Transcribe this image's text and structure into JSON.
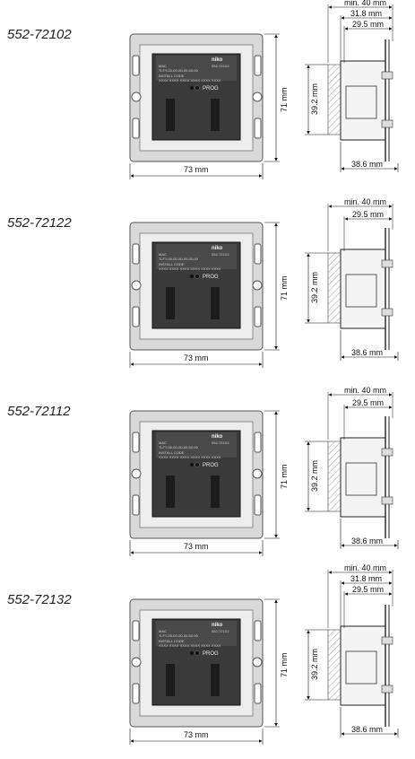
{
  "blocks": [
    {
      "code": "552-72102",
      "front": {
        "width": "73 mm",
        "height": "71 mm",
        "brand": "niko",
        "model": "552-721X2",
        "mac": "MAC",
        "mac_value": "7LFY-00-00-00-00-00-00",
        "install_label": "INSTALL CODE",
        "install_value": "XXXX XXXX XXXX XXXX XXXX XXXX",
        "prog": "PROG"
      },
      "side": {
        "top_dims": [
          "min. 40 mm",
          "31.8 mm",
          "29.5 mm"
        ],
        "height": "39.2 mm",
        "depth": "38.6 mm"
      }
    },
    {
      "code": "552-72122",
      "front": {
        "width": "73 mm",
        "height": "71 mm",
        "brand": "niko",
        "model": "552-721X2",
        "mac": "MAC",
        "mac_value": "7LFY-00-00-00-00-00-00",
        "install_label": "INSTALL CODE",
        "install_value": "XXXX XXXX XXXX XXXX XXXX XXXX",
        "prog": "PROG"
      },
      "side": {
        "top_dims": [
          "min. 40 mm",
          "29.5 mm"
        ],
        "height": "39.2 mm",
        "depth": "38.6 mm"
      }
    },
    {
      "code": "552-72112",
      "front": {
        "width": "73 mm",
        "height": "71 mm",
        "brand": "niko",
        "model": "552-721X2",
        "mac": "MAC",
        "mac_value": "7LFY-00-00-00-00-00-00",
        "install_label": "INSTALL CODE",
        "install_value": "XXXX XXXX XXXX XXXX XXXX XXXX",
        "prog": "PROG"
      },
      "side": {
        "top_dims": [
          "min. 40 mm",
          "29.5 mm"
        ],
        "height": "39.2 mm",
        "depth": "38.6 mm"
      }
    },
    {
      "code": "552-72132",
      "front": {
        "width": "73 mm",
        "height": "71 mm",
        "brand": "niko",
        "model": "552-721X2",
        "mac": "MAC",
        "mac_value": "7LFY-00-00-00-00-00-00",
        "install_label": "INSTALL CODE",
        "install_value": "XXXX XXXX XXXX XXXX XXXX XXXX",
        "prog": "PROG"
      },
      "side": {
        "top_dims": [
          "min. 40 mm",
          "31.8 mm",
          "29.5 mm"
        ],
        "height": "39.2 mm",
        "depth": "38.6 mm"
      }
    }
  ]
}
